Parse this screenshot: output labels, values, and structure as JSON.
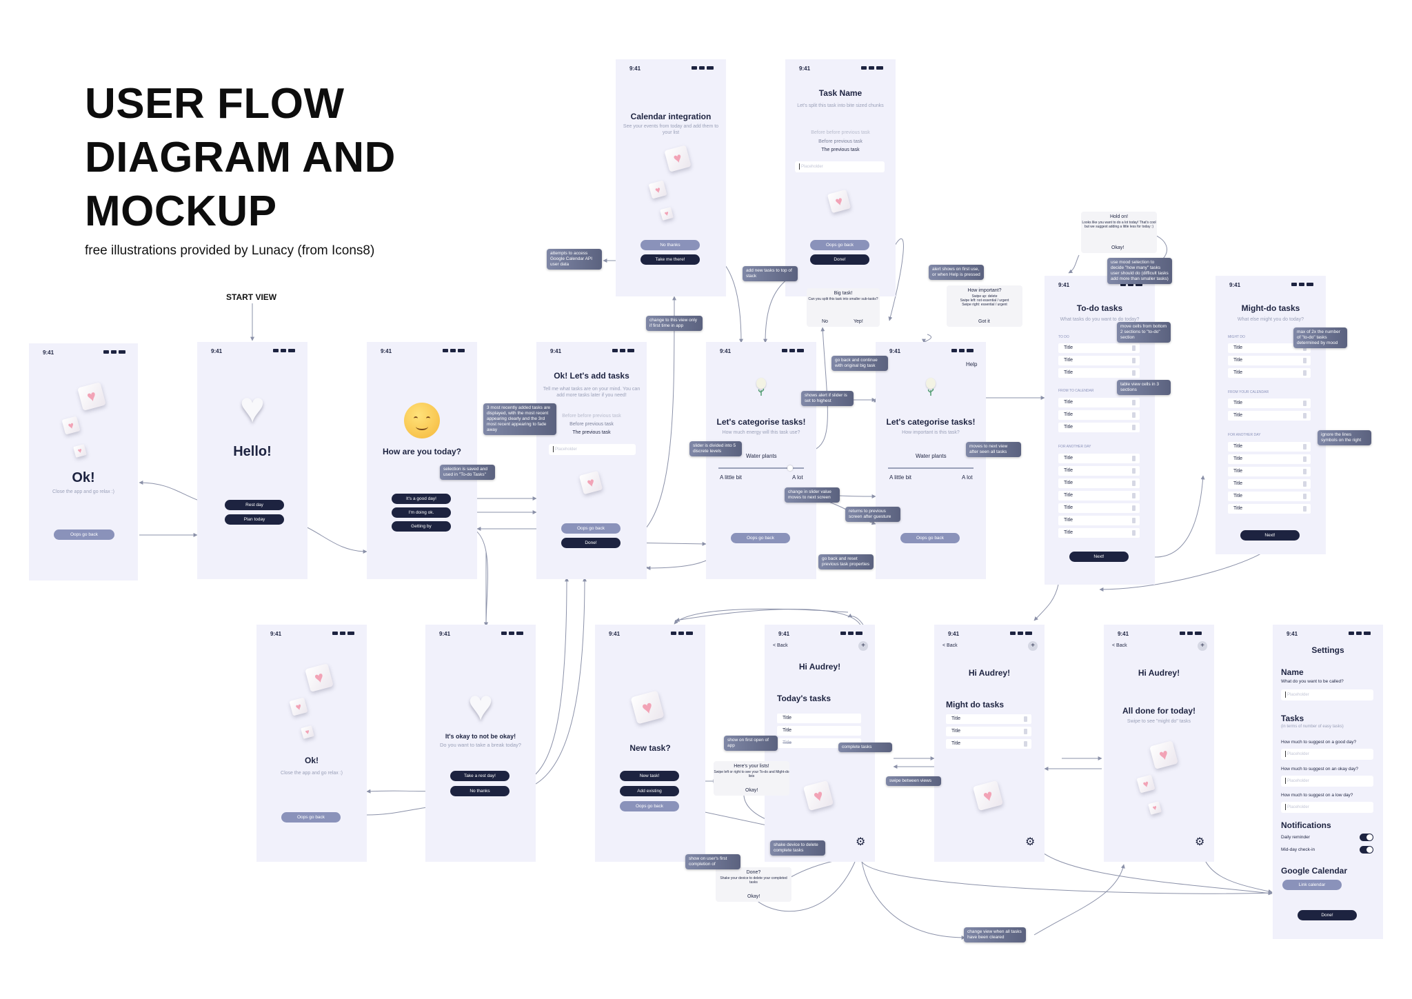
{
  "title": {
    "line1": "USER FLOW",
    "line2": "DIAGRAM AND",
    "line3": "MOCKUP"
  },
  "subtitle": "free illustrations provided by Lunacy (from Icons8)",
  "start_label": "START VIEW",
  "status_time": "9:41",
  "colors": {
    "screen_bg": "#f1f1fb",
    "dark_button": "#1d2340",
    "light_button": "#8a92ba",
    "note_bg": "#6b7290",
    "heart": "#f2a3b6",
    "connector": "#8a90a8"
  },
  "screens": {
    "ok1": {
      "title": "Ok!",
      "sub": "Close the app and go relax :)",
      "back": "Oops go back"
    },
    "hello": {
      "title": "Hello!",
      "rest": "Rest day",
      "plan": "Plan today"
    },
    "mood": {
      "title": "How are you today?",
      "good": "It's a good day!",
      "doing": "I'm doing ok.",
      "getting": "Getting by"
    },
    "addtasks": {
      "title": "Ok! Let's add tasks",
      "sub": "Tell me what tasks are on your mind. You can add more tasks later if you need!",
      "prev1": "Before before previous task",
      "prev2": "Before previous task",
      "prev3": "The previous task",
      "placeholder": "Placeholder",
      "back": "Oops go back",
      "done": "Done!"
    },
    "calendar": {
      "title": "Calendar integration",
      "sub": "See your events from today and add them to your list",
      "no": "No thanks",
      "yes": "Take me there!"
    },
    "taskname": {
      "title": "Task Name",
      "sub": "Let's split this task into bite sized chunks",
      "prev1": "Before before previous task",
      "prev2": "Before previous task",
      "prev3": "The previous task",
      "placeholder": "Placeholder",
      "back": "Oops go back",
      "done": "Done!"
    },
    "cat1": {
      "title": "Let's categorise tasks!",
      "sub": "How much energy will this task use?",
      "task": "Water plants",
      "left": "A little bit",
      "right": "A lot",
      "back": "Oops go back"
    },
    "cat2": {
      "title": "Let's categorise tasks!",
      "sub": "How important is this task?",
      "help": "Help",
      "task": "Water plants",
      "left": "A little bit",
      "right": "A lot",
      "back": "Oops go back"
    },
    "todo": {
      "title": "To-do tasks",
      "sub": "What tasks do you want to do today?",
      "sec1": "TO DO",
      "sec2": "FROM TO CALENDAR",
      "sec3": "FOR ANOTHER DAY",
      "row": "Title",
      "next": "Next!"
    },
    "might": {
      "title": "Might-do tasks",
      "sub": "What else might you do today?",
      "sec1": "MIGHT DO",
      "sec2": "FROM YOUR CALENDAR",
      "sec3": "FOR ANOTHER DAY",
      "row": "Title",
      "next": "Next!"
    },
    "ok2": {
      "title": "Ok!",
      "sub": "Close the app and go relax :)",
      "back": "Oops go back"
    },
    "notok": {
      "title": "It's okay to not be okay!",
      "sub": "Do you want to take a break today?",
      "rest": "Take a rest day!",
      "no": "No thanks"
    },
    "newtask": {
      "title": "New task?",
      "new": "New task!",
      "existing": "Add existing",
      "back": "Oops go back"
    },
    "hi1": {
      "back": "< Back",
      "greet": "Hi Audrey!",
      "heading": "Today's tasks",
      "row1": "Title",
      "row2": "Title",
      "row3": "Title"
    },
    "hi2": {
      "back": "< Back",
      "greet": "Hi Audrey!",
      "heading": "Might do tasks",
      "row": "Title"
    },
    "hi3": {
      "back": "< Back",
      "greet": "Hi Audrey!",
      "heading": "All done for today!",
      "sub": "Swipe to see \"might do\" tasks"
    },
    "settings": {
      "title": "Settings",
      "name": "Name",
      "name_q": "What do you want to be called?",
      "placeholder": "Placeholder",
      "tasks": "Tasks",
      "tasks_sub": "(in terms of number of easy tasks)",
      "q_good": "How much to suggest on a good day?",
      "q_okay": "How much to suggest on an okay day?",
      "q_low": "How much to suggest on a low day?",
      "notif": "Notifications",
      "daily": "Daily reminder",
      "midday": "Mid-day check-in",
      "gcal": "Google Calendar",
      "link": "Link calendar",
      "done": "Done!"
    }
  },
  "dialogs": {
    "bigtask": {
      "title": "Big task!",
      "body": "Can you split this task into smaller sub-tasks?",
      "no": "No",
      "yes": "Yep!"
    },
    "important": {
      "title": "How important?",
      "body": "Swipe up: delete\nSwipe left: not essential / urgent\nSwipe right: essential / urgent",
      "ok": "Got it"
    },
    "holdon": {
      "title": "Hold on!",
      "body": "Looks like you want to do a lot today! That's cool but we suggest adding a little less for today :)",
      "ok": "Okay!"
    },
    "lists": {
      "title": "Here's your lists!",
      "body": "Swipe left or right to see your To-do and Might-do lists",
      "ok": "Okay!"
    },
    "done": {
      "title": "Done?",
      "body": "Shake your device to delete your completed tasks",
      "ok": "Okay!"
    }
  },
  "notes": {
    "calendar_api": "attempts to access Google Calendar API user data",
    "first_time": "change to this view only if first time in app",
    "stack": "add new tasks to top of stack",
    "recent": "3 most recently added tasks are displayed, with the most recent appearing clearly and the 3rd most recent appearing to fade away",
    "saved": "selection is saved and used in \"To-do Tasks\"",
    "continue": "go back and continue with original big task",
    "highest": "shows alert if slider is set to highest",
    "discrete": "slider is divided into 5 discrete levels",
    "slider_change": "change in slider value moves to next screen",
    "gesture": "returns to previous screen after guesture",
    "reset": "go back and reset previous task properties",
    "help_alert": "alert shows on first use, or when Help is pressed",
    "next_view": "moves to next view after seen all tasks",
    "mood": "use mood selection to decide \"how many\" tasks user should do (difficult tasks add more than smaller tasks)",
    "move_cells": "move cells from bottom 2 sections to \"to-do\" section",
    "table": "table view cells in 3 sections",
    "max2x": "max of 2x the number of \"to-do\" tasks determined by mood",
    "lines": "ignore the lines symbols on the right",
    "first_open": "show on first open of app",
    "complete": "complete tasks",
    "swipe": "swipe between views",
    "shake": "shake device to delete complete tasks",
    "first_completion": "show on user's first completion of",
    "cleared": "change view when all tasks have been cleared"
  }
}
